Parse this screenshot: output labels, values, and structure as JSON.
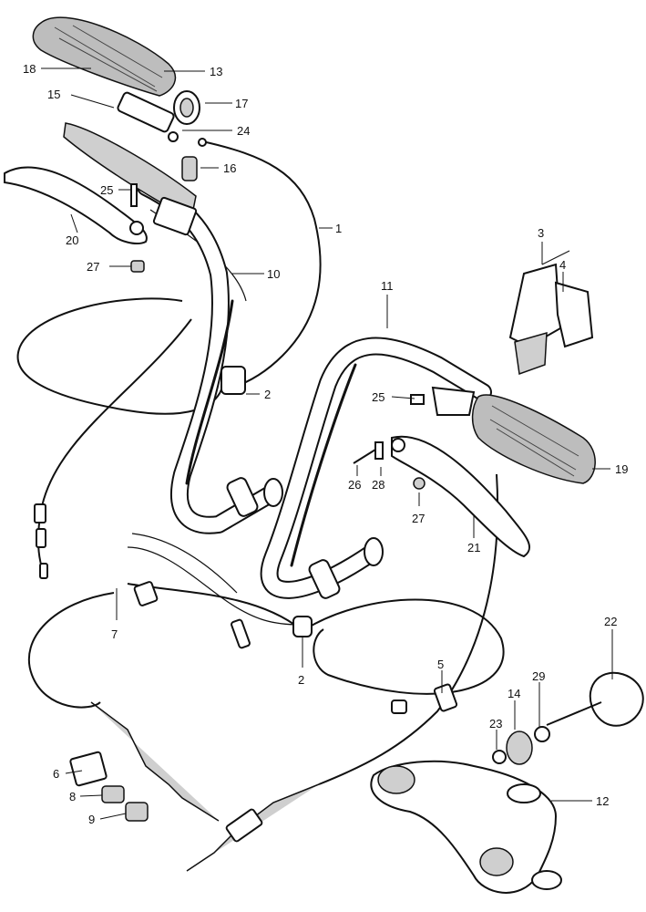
{
  "callouts": [
    {
      "id": "c1",
      "label": "1"
    },
    {
      "id": "c2a",
      "label": "2"
    },
    {
      "id": "c2b",
      "label": "2"
    },
    {
      "id": "c3",
      "label": "3"
    },
    {
      "id": "c4",
      "label": "4"
    },
    {
      "id": "c5",
      "label": "5"
    },
    {
      "id": "c6",
      "label": "6"
    },
    {
      "id": "c7",
      "label": "7"
    },
    {
      "id": "c8",
      "label": "8"
    },
    {
      "id": "c9",
      "label": "9"
    },
    {
      "id": "c10",
      "label": "10"
    },
    {
      "id": "c11",
      "label": "11"
    },
    {
      "id": "c12",
      "label": "12"
    },
    {
      "id": "c13",
      "label": "13"
    },
    {
      "id": "c14",
      "label": "14"
    },
    {
      "id": "c15",
      "label": "15"
    },
    {
      "id": "c16",
      "label": "16"
    },
    {
      "id": "c17",
      "label": "17"
    },
    {
      "id": "c18",
      "label": "18"
    },
    {
      "id": "c19",
      "label": "19"
    },
    {
      "id": "c20",
      "label": "20"
    },
    {
      "id": "c21",
      "label": "21"
    },
    {
      "id": "c22",
      "label": "22"
    },
    {
      "id": "c23",
      "label": "23"
    },
    {
      "id": "c24",
      "label": "24"
    },
    {
      "id": "c25a",
      "label": "25"
    },
    {
      "id": "c25b",
      "label": "25"
    },
    {
      "id": "c26",
      "label": "26"
    },
    {
      "id": "c27a",
      "label": "27"
    },
    {
      "id": "c27b",
      "label": "27"
    },
    {
      "id": "c28",
      "label": "28"
    },
    {
      "id": "c29",
      "label": "29"
    }
  ]
}
